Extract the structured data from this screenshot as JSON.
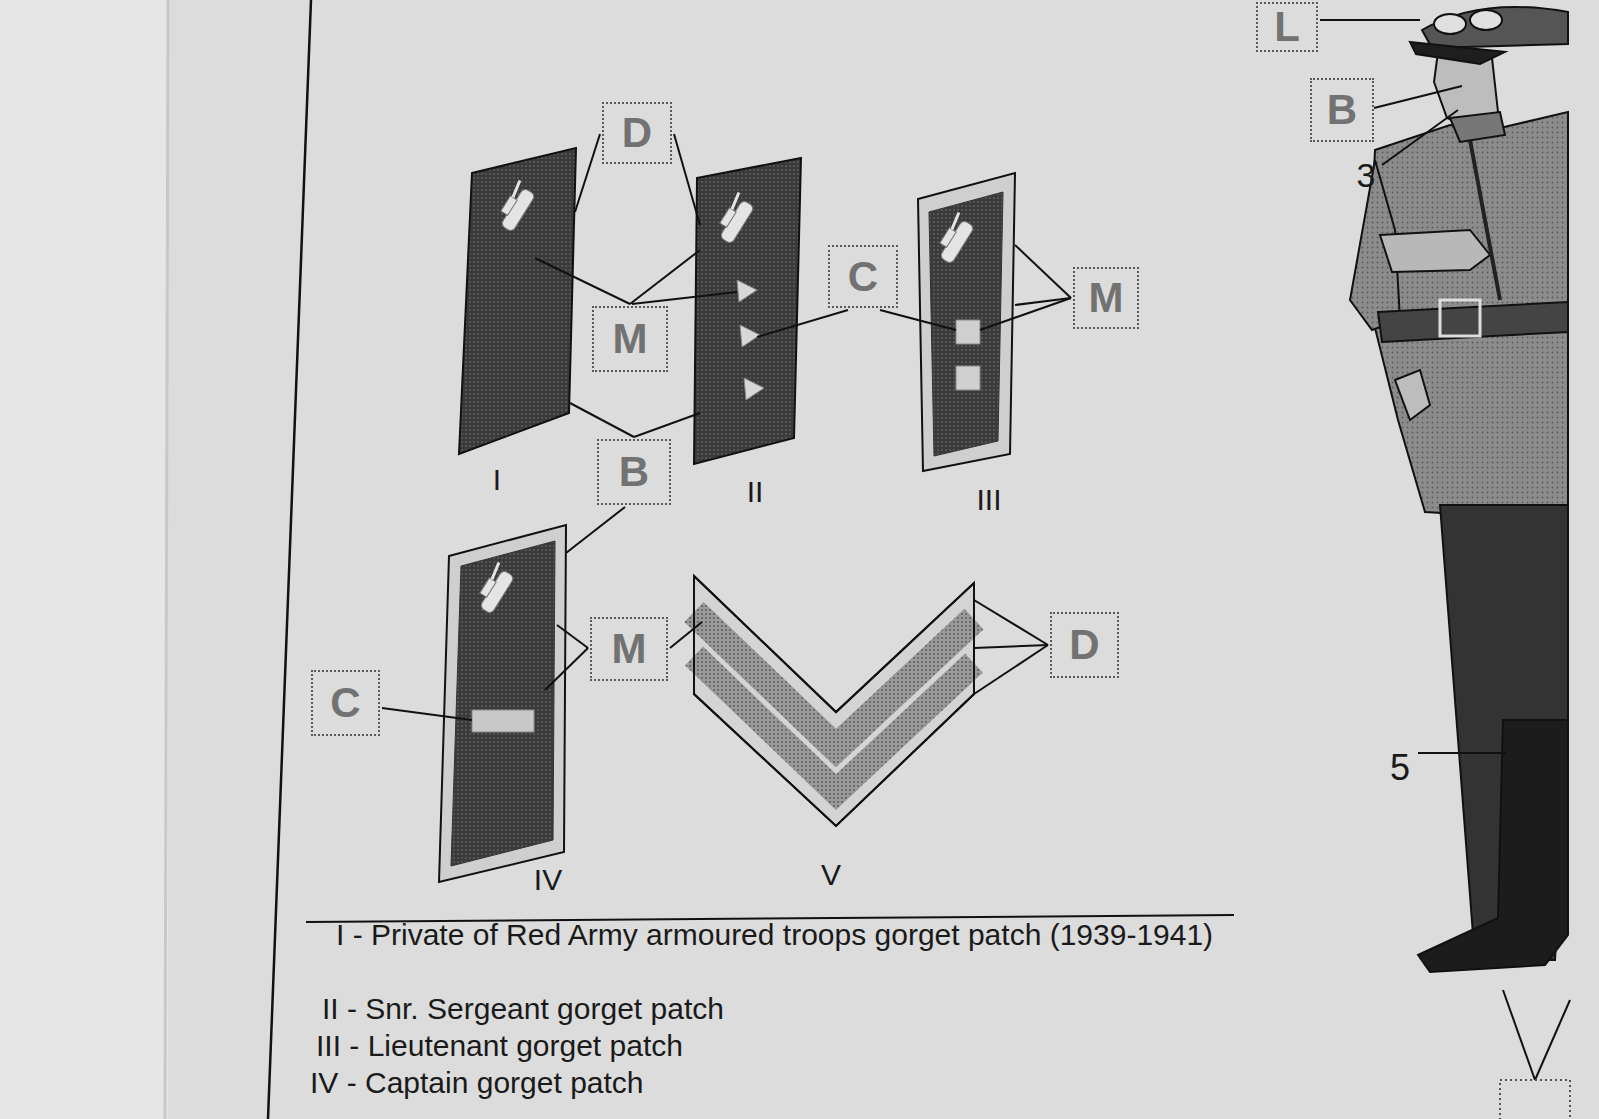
{
  "diagram": {
    "nodes": [
      {
        "text": [
          "L"
        ]
      },
      {
        "text": [
          "B"
        ]
      },
      {
        "text": [
          "D"
        ]
      },
      {
        "text": [
          "M"
        ]
      },
      {
        "text": [
          "C"
        ]
      },
      {
        "text": [
          "M"
        ]
      },
      {
        "text": [
          "B"
        ]
      },
      {
        "text": [
          "M"
        ]
      },
      {
        "text": [
          "C"
        ]
      },
      {
        "text": [
          "D"
        ]
      }
    ],
    "labels": [
      "I",
      "II",
      "III",
      "IV",
      "V",
      "3",
      "5",
      "I - Private of Red Army armoured troops gorget patch (1939-1941)",
      "II - Snr. Sergeant gorget patch",
      "III - Lieutenant gorget patch",
      "IV - Captain gorget patch"
    ]
  }
}
